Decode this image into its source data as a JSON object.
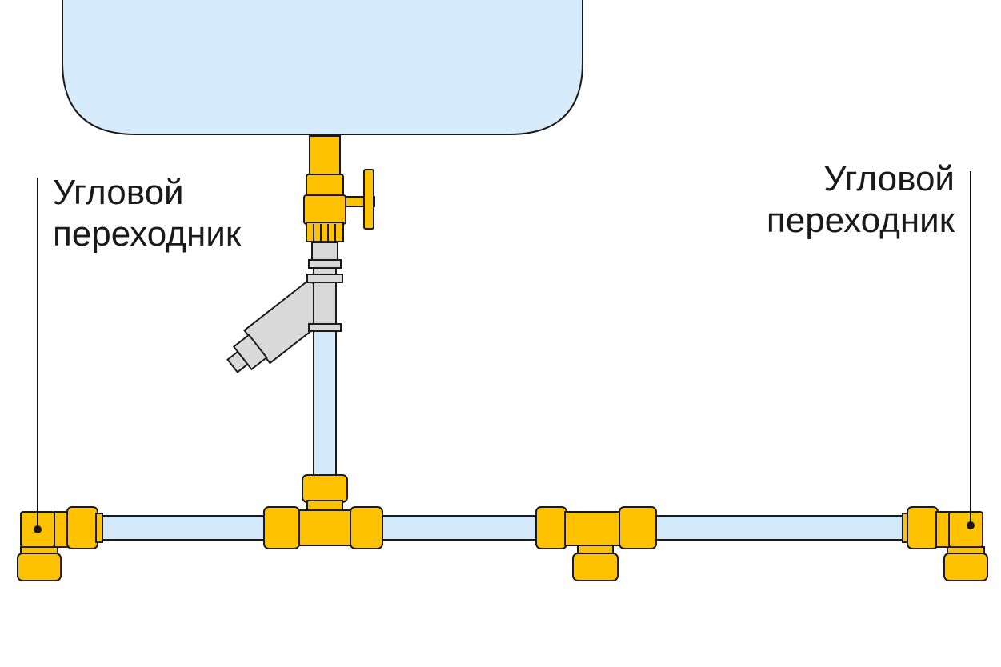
{
  "labels": {
    "left": {
      "line1": "Угловой",
      "line2": "переходник"
    },
    "right": {
      "line1": "Угловой",
      "line2": "переходник"
    }
  },
  "colors": {
    "brass": "#FFC200",
    "brass_stroke": "#1a1a1a",
    "pipe": "#D3E8F8",
    "tank": "#D6EBFB",
    "filter": "#D9D9D9",
    "line": "#111111"
  }
}
